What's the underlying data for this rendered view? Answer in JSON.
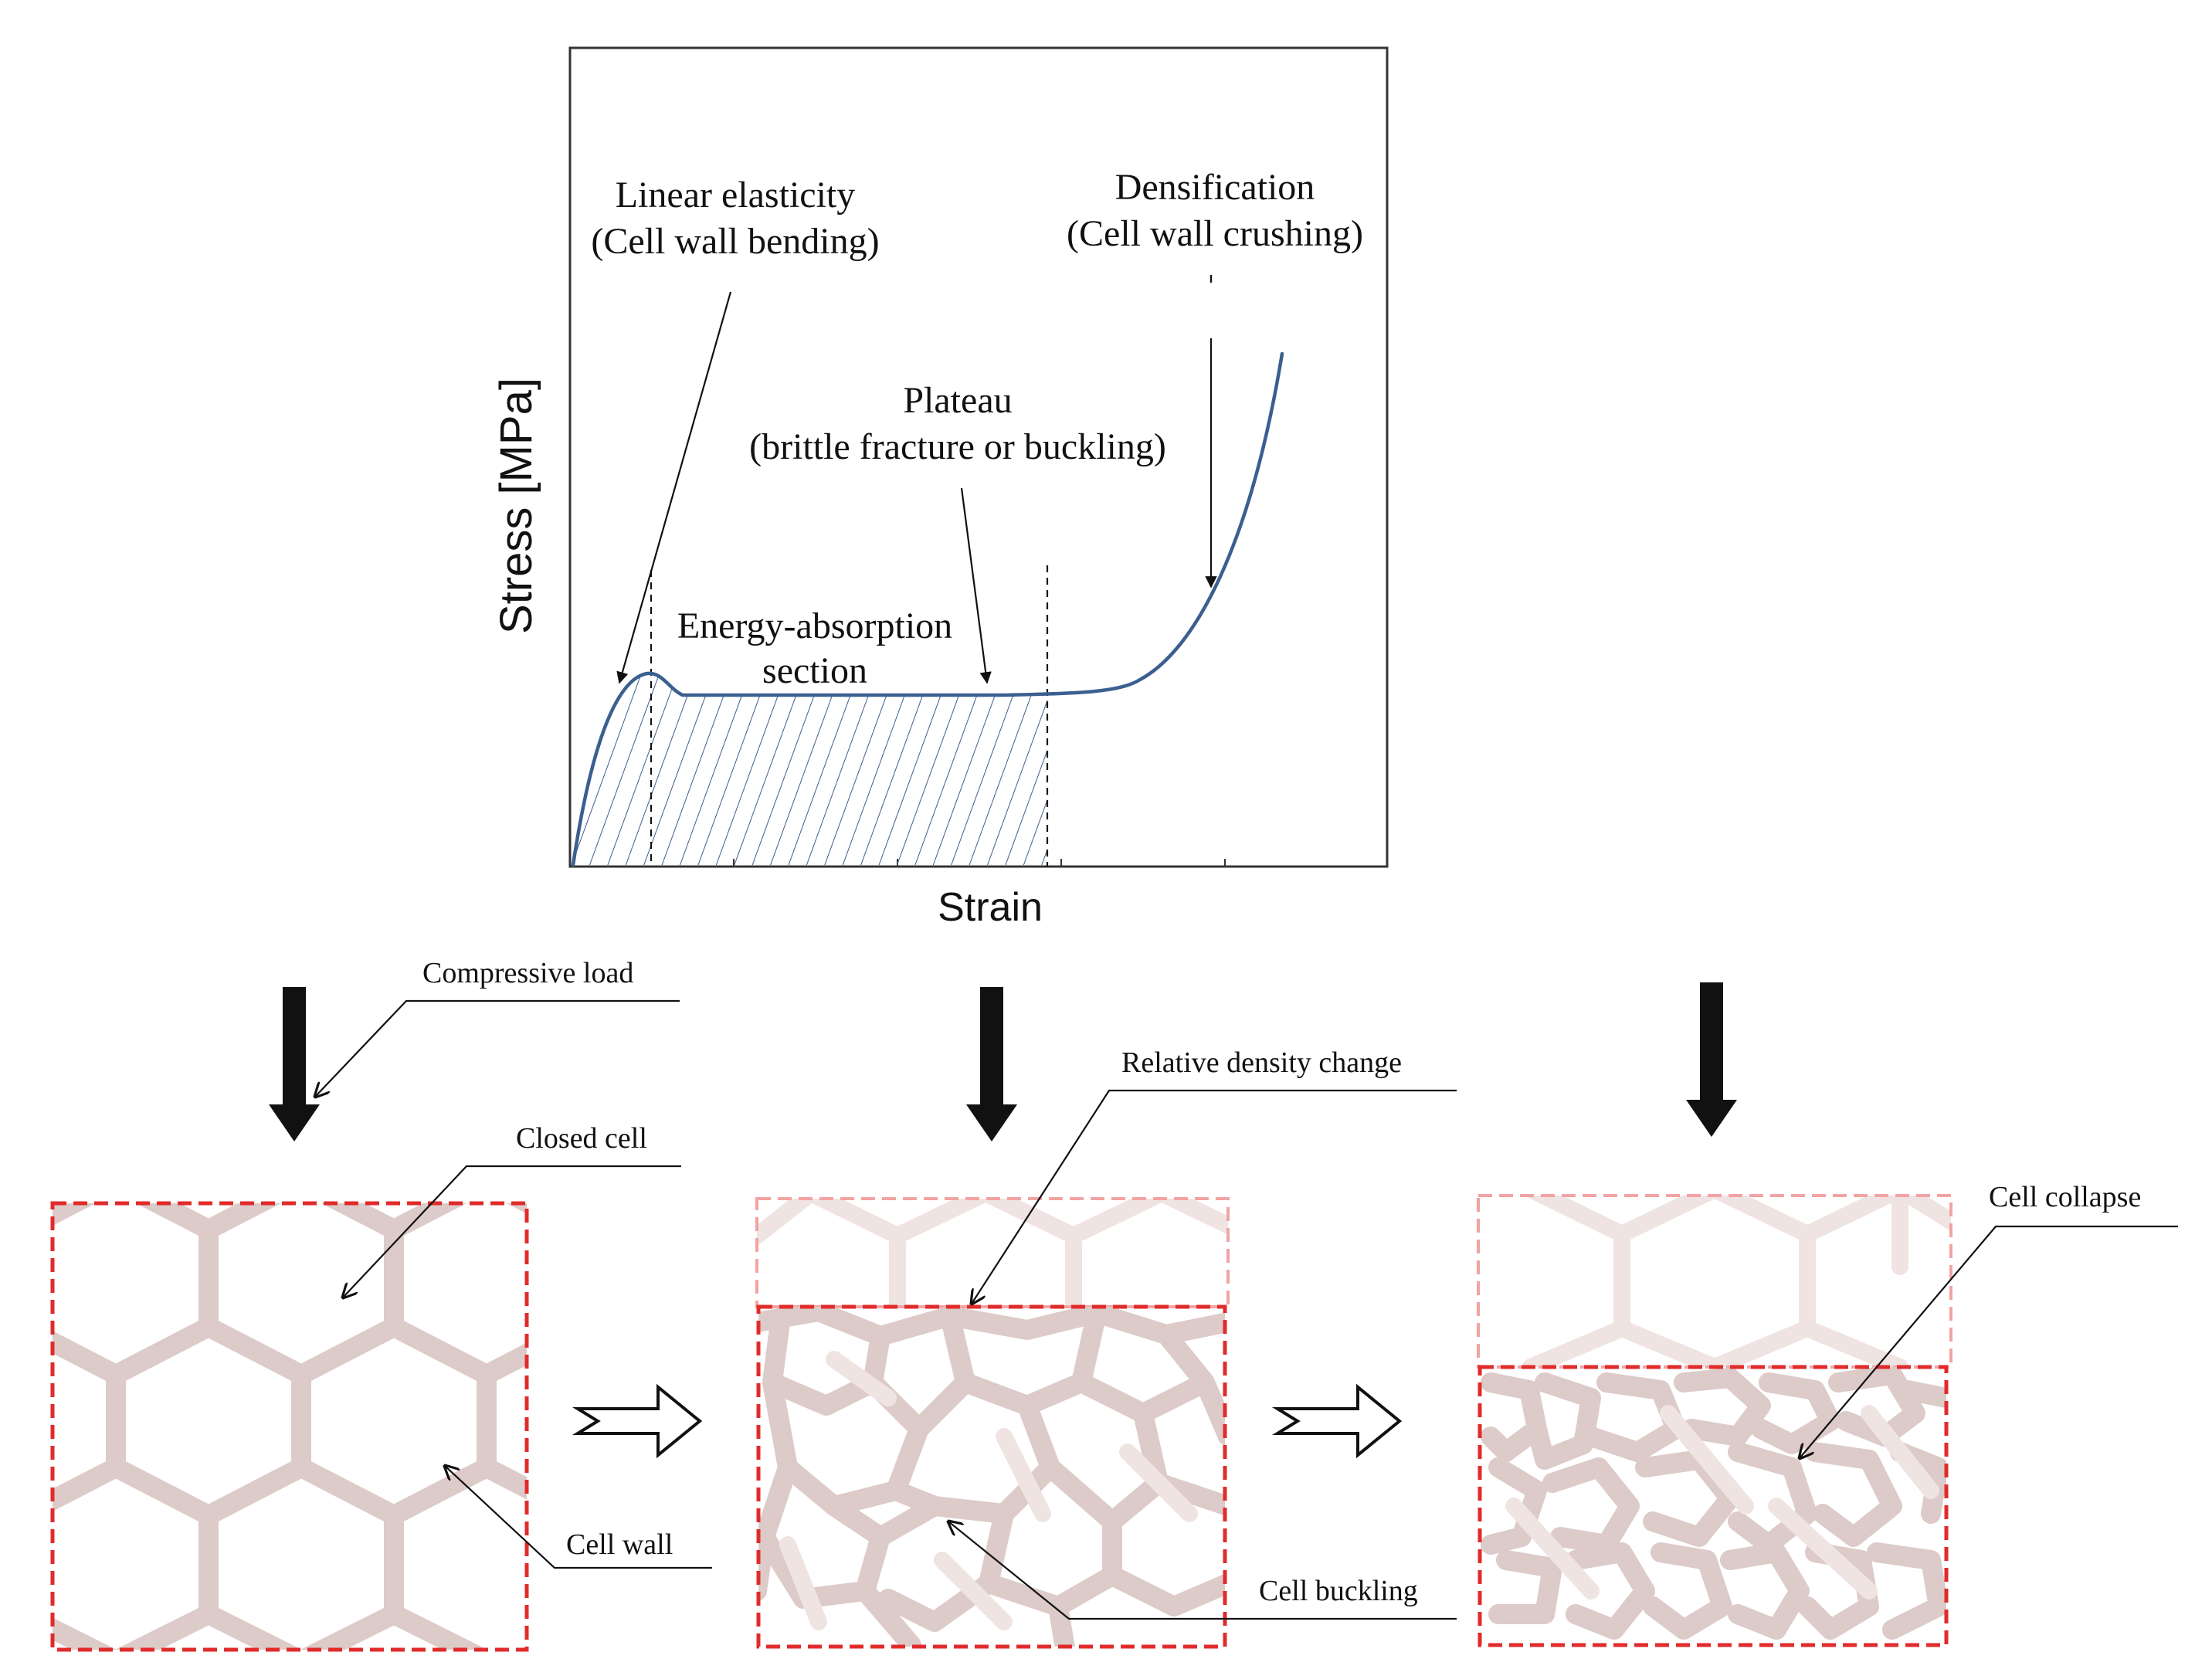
{
  "graph": {
    "y_axis_label": "Stress [MPa]",
    "x_axis_label": "Strain",
    "annotations": {
      "linear_elasticity_line1": "Linear elasticity",
      "linear_elasticity_line2": "(Cell wall bending)",
      "densification_line1": "Densification",
      "densification_line2": "(Cell wall crushing)",
      "plateau_line1": "Plateau",
      "plateau_line2": "(brittle fracture or buckling)",
      "energy_line1": "Energy-absorption",
      "energy_line2": "section"
    },
    "curve_color": "#3b5f8f",
    "hatch_color": "#3b5f8f"
  },
  "stages": {
    "compressive_load": "Compressive load",
    "closed_cell": "Closed cell",
    "cell_wall": "Cell wall",
    "relative_density_change": "Relative density change",
    "cell_buckling": "Cell buckling",
    "cell_collapse": "Cell collapse"
  },
  "colors": {
    "box_dashed": "#e12b2b",
    "cell_wall": "#dccbc8"
  }
}
